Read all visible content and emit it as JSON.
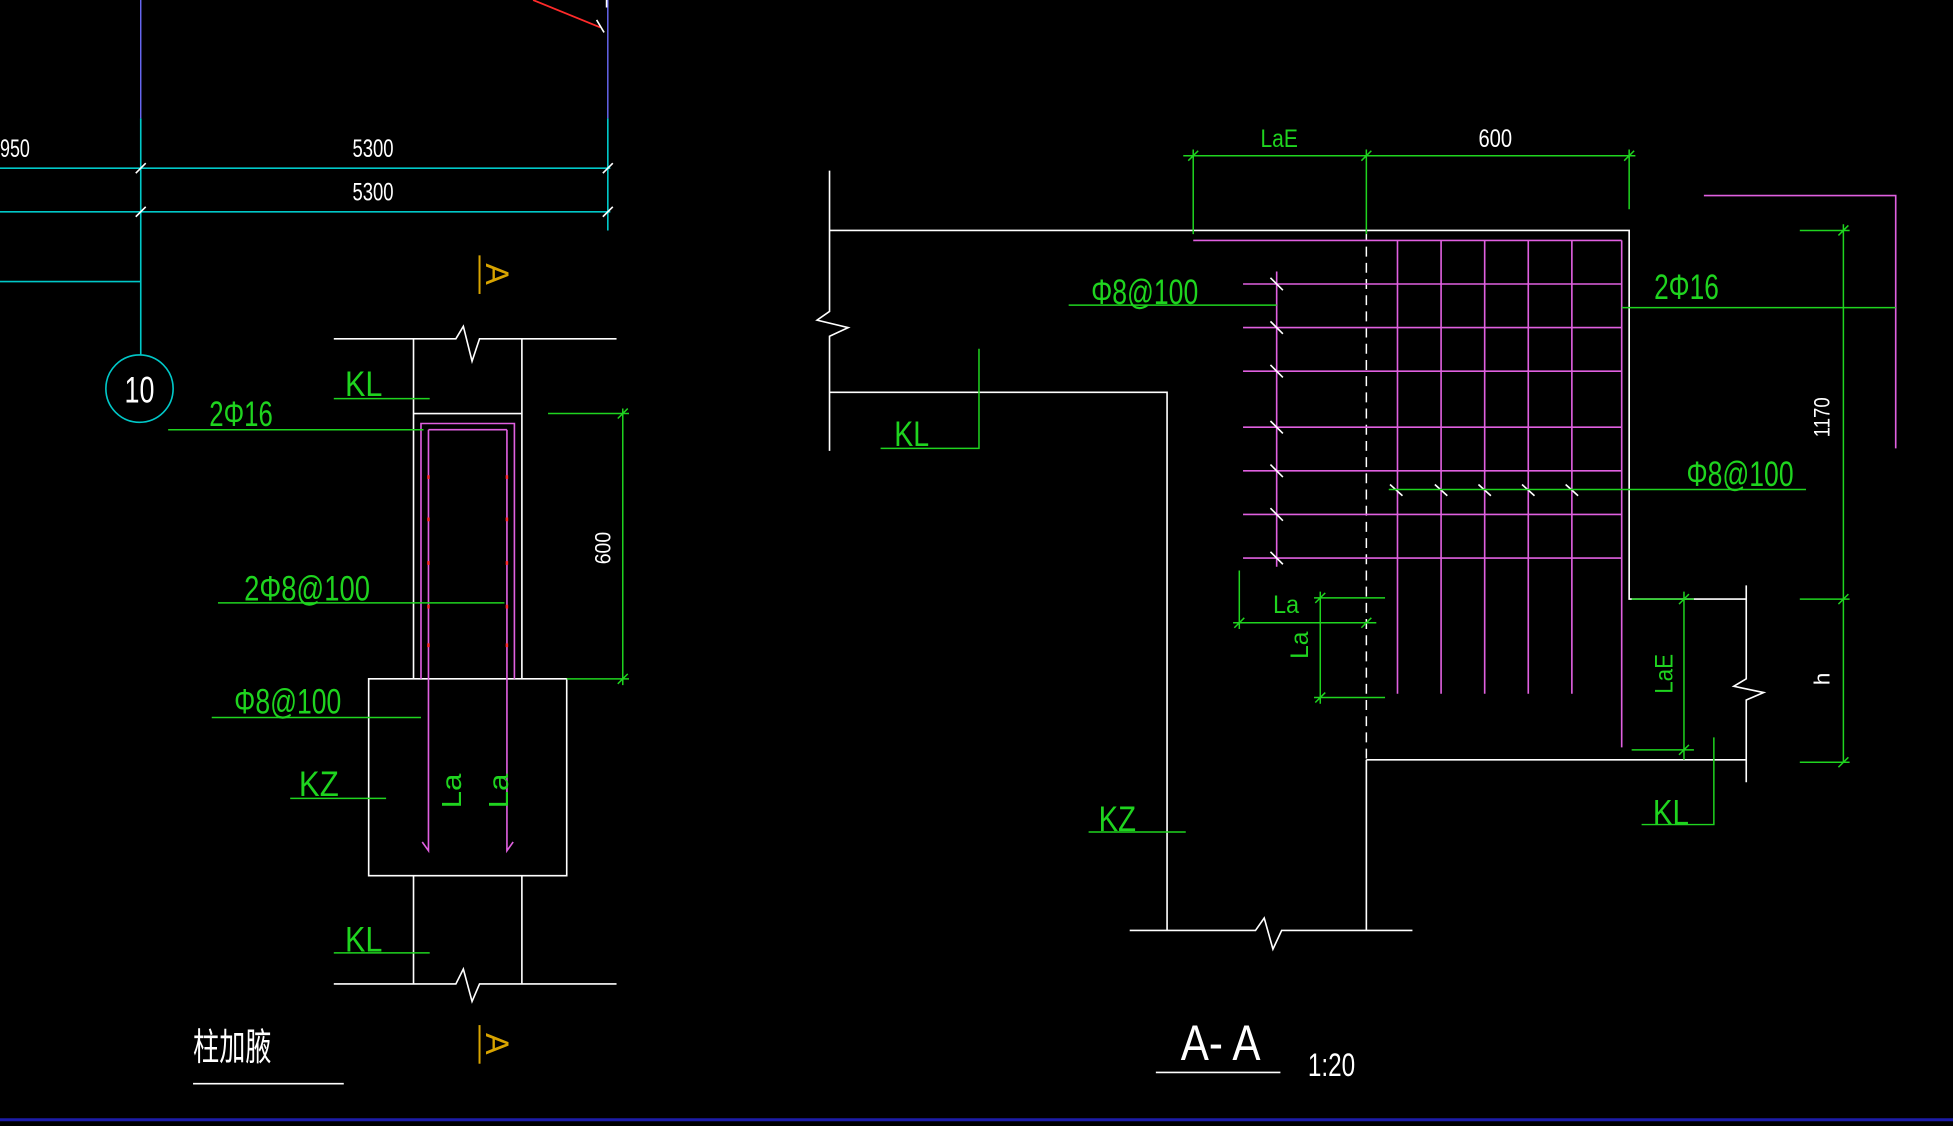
{
  "colors": {
    "background": "#000000",
    "line": "#ffffff",
    "dimension": "#1fd41f",
    "rebar": "#e060e0",
    "axis": "#00c8c8",
    "extension": "#6d6dff",
    "marker": "#d8a400",
    "highlight": "#ff2a2a",
    "frame": "#1c1ca8"
  },
  "plan": {
    "dim_left": "950",
    "dim_span": "5300",
    "dim_total": "5300",
    "axis_bubble": "10"
  },
  "section_marks": [
    "A",
    "A"
  ],
  "haunch_detail": {
    "kl_top": "KL",
    "top_bars": "2Φ16",
    "height_dim": "600",
    "stirrups": "2Φ8@100",
    "ties": "Φ8@100",
    "kz": "KZ",
    "anchor_left": "La",
    "anchor_right": "La",
    "kl_bottom": "KL",
    "title": "柱加腋"
  },
  "section_aa": {
    "lae_top": "LaE",
    "width_dim": "600",
    "stirrups": "Φ8@100",
    "bars": "2Φ16",
    "kl_left": "KL",
    "height_dim": "1170",
    "stirrups_horizontal": "Φ8@100",
    "la_horizontal": "La",
    "la_vertical": "La",
    "lae_vertical": "LaE",
    "h_dim": "h",
    "kl_right": "KL",
    "kz": "KZ",
    "title": "A- A",
    "scale": "1:20"
  }
}
